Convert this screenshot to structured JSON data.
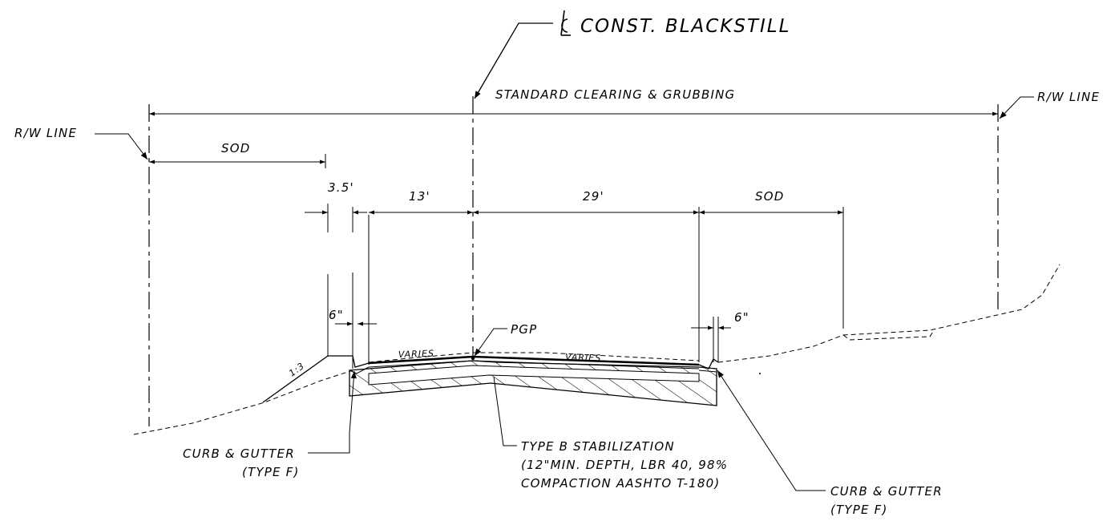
{
  "labels": {
    "centerline": "CONST. BLACKSTILL",
    "clearing": "STANDARD CLEARING & GRUBBING",
    "rw_left": "R/W LINE",
    "rw_right": "R/W LINE",
    "sod_left": "SOD",
    "sod_right": "SOD",
    "dim_3_5": "3.5'",
    "dim_13": "13'",
    "dim_29": "29'",
    "dim_6_left": "6\"",
    "dim_6_right": "6\"",
    "pgp": "PGP",
    "varies_left": "VARIES",
    "varies_right": "VARIES",
    "slope": "1:3",
    "curb_left_1": "CURB & GUTTER",
    "curb_left_2": "(TYPE F)",
    "stab_1": "TYPE B STABILIZATION",
    "stab_2": "(12\"MIN. DEPTH, LBR 40, 98%",
    "stab_3": "COMPACTION AASHTO T-180)",
    "curb_right_1": "CURB & GUTTER",
    "curb_right_2": "(TYPE F)"
  }
}
